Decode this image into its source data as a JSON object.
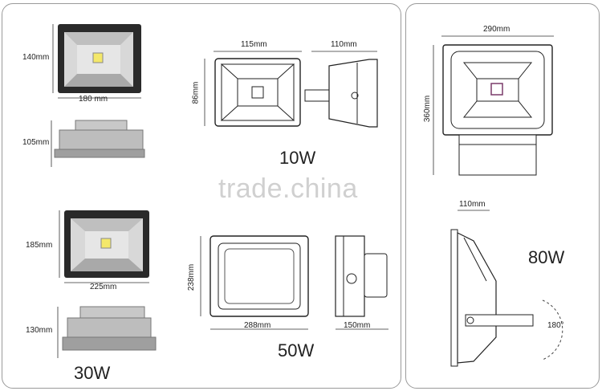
{
  "watermark": "trade.china",
  "degree": "180°",
  "models": {
    "w10": {
      "label": "10W",
      "front_width": "180 mm",
      "front_height": "140mm",
      "side_height": "105mm",
      "draw_width": "115mm",
      "draw_height": "86mm",
      "draw_depth": "110mm"
    },
    "w30": {
      "label": "30W",
      "front_width": "225mm",
      "front_height": "185mm",
      "side_height": "130mm"
    },
    "w50": {
      "label": "50W",
      "draw_width": "288mm",
      "draw_height": "238mm",
      "draw_depth": "150mm"
    },
    "w80": {
      "label": "80W",
      "draw_width": "290mm",
      "draw_height": "360mm",
      "draw_depth": "110mm"
    }
  }
}
